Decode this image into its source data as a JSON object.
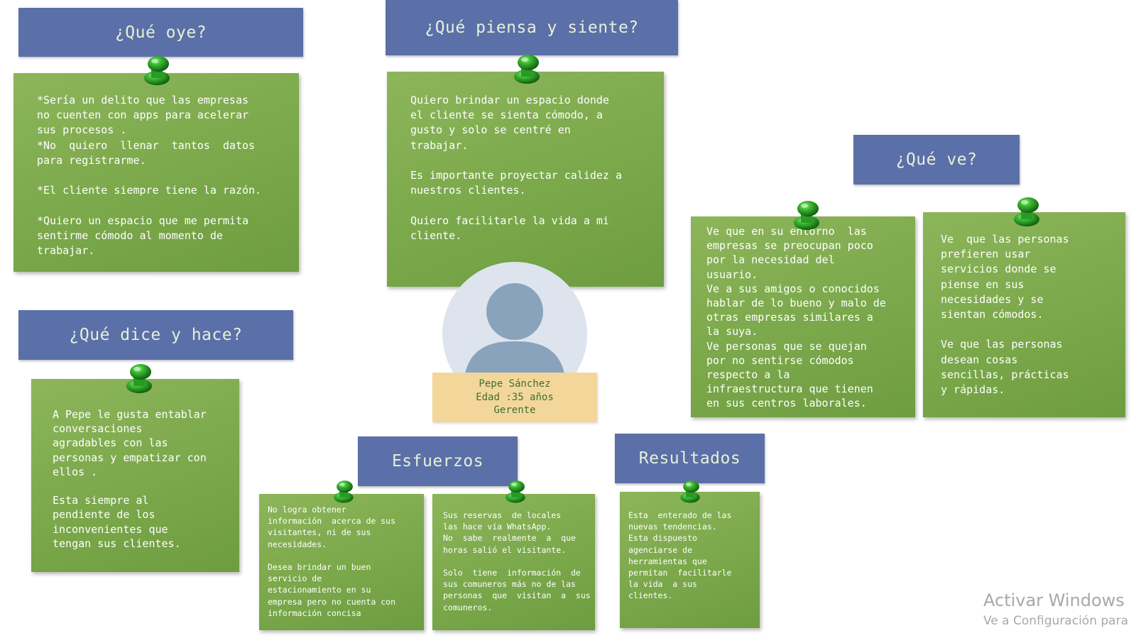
{
  "headers": {
    "oye": "¿Qué oye?",
    "piensa": "¿Qué piensa y siente?",
    "ve": "¿Qué ve?",
    "dice": "¿Qué dice y hace?",
    "esfuerzos": "Esfuerzos",
    "resultados": "Resultados"
  },
  "notes": {
    "oye": "*Sería un delito que las empresas\nno cuenten con apps para acelerar\nsus procesos .\n*No  quiero  llenar  tantos  datos\npara registrarme.\n\n*El cliente siempre tiene la razón.\n\n*Quiero un espacio que me permita\nsentirme cómodo al momento de\ntrabajar.",
    "piensa": "Quiero brindar un espacio donde\nel cliente se sienta cómodo, a\ngusto y solo se centré en\ntrabajar.\n\nEs importante proyectar calidez a\nnuestros clientes.\n\nQuiero facilitarle la vida a mi\ncliente.",
    "ve_left": "Ve que en su entorno  las\nempresas se preocupan poco\npor la necesidad del\nusuario.\nVe a sus amigos o conocidos\nhablar de lo bueno y malo de\notras empresas similares a\nla suya.\nVe personas que se quejan\npor no sentirse cómodos\nrespecto a la\ninfraestructura que tienen\nen sus centros laborales.",
    "ve_right": "Ve  que las personas\nprefieren usar\nservicios donde se\npiense en sus\nnecesidades y se\nsientan cómodos.\n\nVe que las personas\ndesean cosas\nsencillas, prácticas\ny rápidas.",
    "dice": "A Pepe le gusta entablar\nconversaciones\nagradables con las\npersonas y empatizar con\nellos .\n\nEsta siempre al\npendiente de los\ninconvenientes que\ntengan sus clientes.",
    "esfuerzos_left": "No logra obtener\ninformación  acerca de sus\nvisitantes, ni de sus\nnecesidades.\n\nDesea brindar un buen\nservicio de\nestacionamiento en su\nempresa pero no cuenta con\ninformación concisa",
    "esfuerzos_right": "Sus reservas  de locales\nlas hace vía WhatsApp.\nNo  sabe  realmente  a  que\nhoras salió el visitante.\n\nSolo  tiene  información  de\nsus comuneros más no de las\npersonas  que  visitan  a  sus\ncomuneros.",
    "resultados": "Esta  enterado de las\nnuevas tendencias.\nEsta dispuesto\nagenciarse de\nherramientas que\npermitan  facilitarle\nla vida  a sus\nclientes."
  },
  "persona": {
    "name": "Pepe Sánchez",
    "age": "Edad :35 años",
    "role": "Gerente"
  },
  "watermark": {
    "title": "Activar Windows",
    "subtitle": "Ve a Configuración para"
  },
  "colors": {
    "header_bg": "#5b6fa8",
    "header_text": "#e8f0d8",
    "note_green": "#7aa84a",
    "pin_green": "#2f9a2a",
    "persona_box": "#f3d79a",
    "avatar": "#8aa3bd"
  }
}
